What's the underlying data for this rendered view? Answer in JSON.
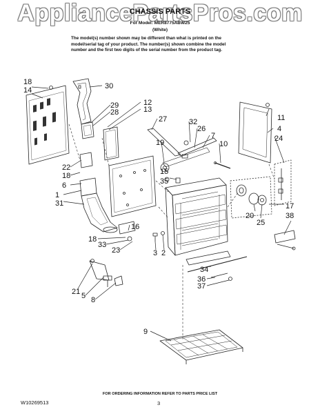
{
  "watermark": "AppliancePartsPros.com",
  "header": {
    "title": "CHASSIS PARTS",
    "model_line": "For Model: MER8775ABW25",
    "color_line": "(White)",
    "note_line1": "The model(s) number shown may be different than what is printed on the",
    "note_line2": "model/serial tag of your product. The number(s) shown combine the model",
    "note_line3": "number and the first two digits of the serial number from the product tag."
  },
  "callouts": [
    "18",
    "14",
    "30",
    "29",
    "28",
    "12",
    "13",
    "27",
    "32",
    "26",
    "7",
    "19",
    "10",
    "11",
    "4",
    "24",
    "22",
    "18",
    "6",
    "15",
    "35",
    "1",
    "31",
    "17",
    "20",
    "25",
    "38",
    "16",
    "18",
    "33",
    "23",
    "3",
    "2",
    "34",
    "36",
    "37",
    "21",
    "5",
    "8",
    "9"
  ],
  "footer": {
    "ordering_info": "FOR ORDERING INFORMATION REFER TO PARTS PRICE LIST",
    "doc_id": "W10269513",
    "page_number": "3"
  }
}
